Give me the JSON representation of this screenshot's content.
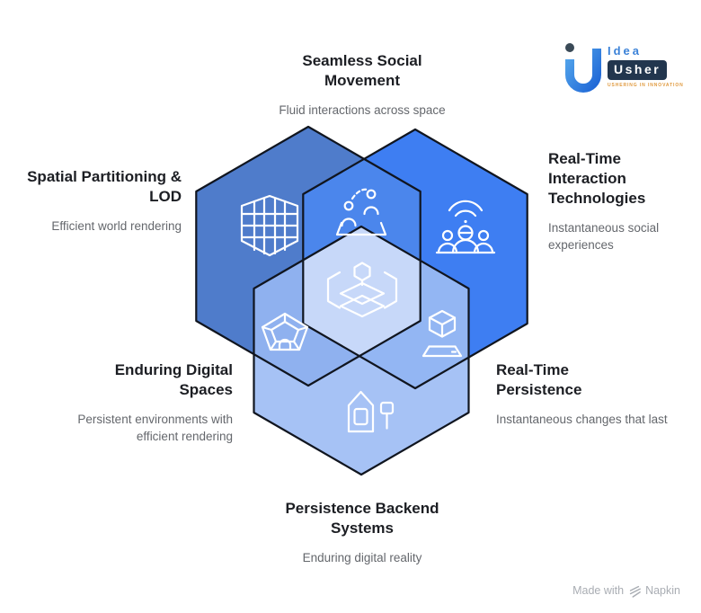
{
  "labels": {
    "top": {
      "title": "Seamless Social Movement",
      "subtitle": "Fluid interactions across space"
    },
    "left": {
      "title": "Spatial Partitioning & LOD",
      "subtitle": "Efficient world rendering"
    },
    "right": {
      "title": "Real-Time Interaction Technologies",
      "subtitle": "Instantaneous social experiences"
    },
    "bottom_left": {
      "title": "Enduring Digital Spaces",
      "subtitle": "Persistent environments with efficient rendering"
    },
    "bottom_right": {
      "title": "Real-Time Persistence",
      "subtitle": "Instantaneous changes that last"
    },
    "bottom": {
      "title": "Persistence Backend Systems",
      "subtitle": "Enduring digital reality"
    }
  },
  "logo": {
    "word_top": "Idea",
    "word_bottom": "Usher",
    "tagline": "USHERING IN INNOVATION"
  },
  "watermark": {
    "prefix": "Made with",
    "brand": "Napkin"
  },
  "colors": {
    "hex_spatial": "#4F7CCB",
    "hex_interaction": "#3E7EF2",
    "hex_backend": "#A6C2F5",
    "overlap_social": "#4B86EC",
    "overlap_spaces": "#8FB1EF",
    "overlap_persistence": "#93B6F3",
    "overlap_core": "#C7D8F9",
    "outline": "#10151F"
  }
}
